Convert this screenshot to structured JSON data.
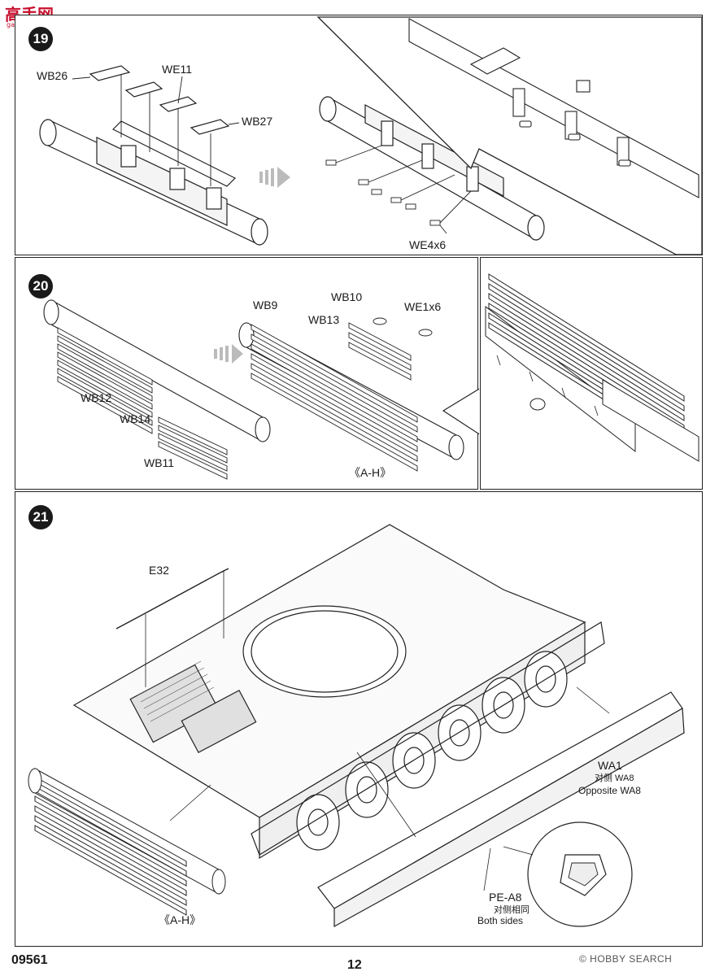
{
  "watermark": {
    "site_logo_text": "高手网",
    "site_logo_sub": "gao-shou.com",
    "brand": "© HOBBY SEARCH"
  },
  "steps": {
    "s19": {
      "number": "19",
      "labels": [
        "WB26",
        "WE11",
        "WB27",
        "WE4x6"
      ]
    },
    "s20": {
      "number": "20",
      "labels": [
        "WB9",
        "WB10",
        "WE1x6",
        "WB13",
        "WB12",
        "WB14",
        "WB11",
        "《A-H》"
      ]
    },
    "s21": {
      "number": "21",
      "e32": "E32",
      "wa1": "WA1",
      "wa1_cn": "对侧 WA8",
      "wa1_en": "Opposite WA8",
      "pe": "PE-A8",
      "pe_cn": "对侧相同",
      "pe_en": "Both sides",
      "ah": "《A-H》"
    }
  },
  "footer": {
    "model_code": "09561",
    "page_number": "12"
  }
}
